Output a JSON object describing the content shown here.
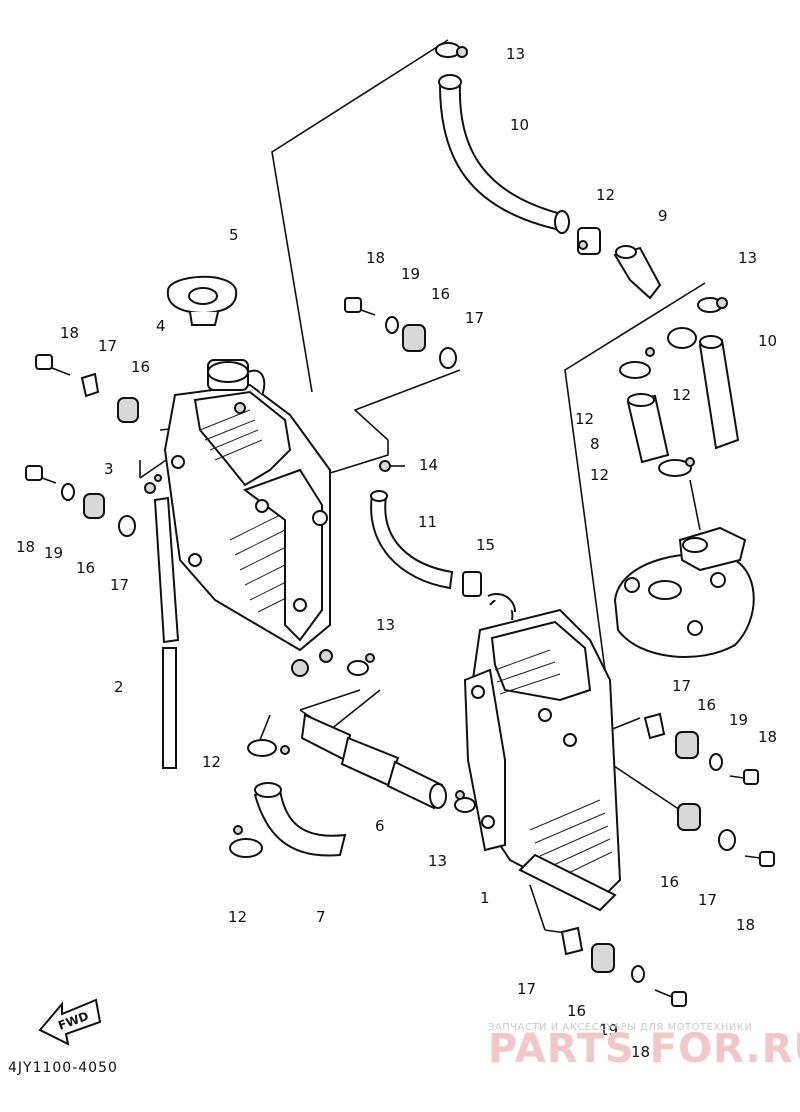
{
  "diagram": {
    "part_code": "4JY1100-4050",
    "fwd_label": "FWD",
    "labels": [
      "1",
      "2",
      "3",
      "4",
      "5",
      "6",
      "7",
      "8",
      "9",
      "10",
      "11",
      "12",
      "13",
      "14",
      "15",
      "16",
      "17",
      "18",
      "19"
    ],
    "watermark": {
      "line1": "ЗАПЧАСТИ И АКСЕССУАРЫ ДЛЯ МОТОТЕХНИКИ",
      "line2": "PARTS FOR.RU"
    }
  }
}
